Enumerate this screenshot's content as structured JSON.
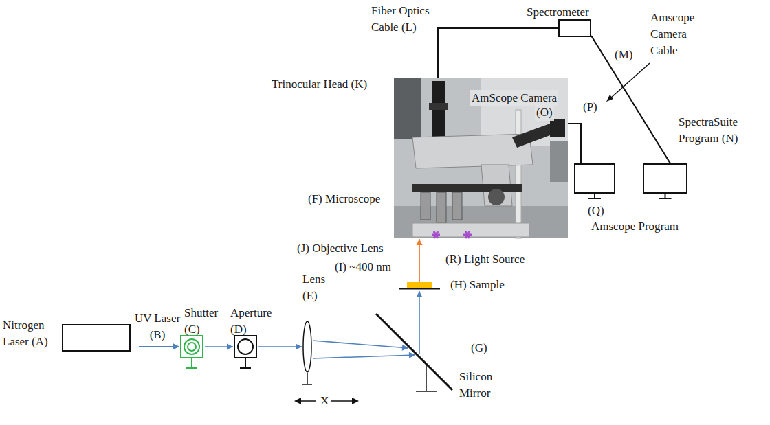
{
  "diagram": {
    "nodes": [
      {
        "text": [
          "Nitrogen Laser (A)"
        ]
      },
      {
        "text": [
          "Shutter (C)"
        ]
      },
      {
        "text": [
          "Aperture (D)"
        ]
      },
      {
        "text": [
          "Lens (E)"
        ]
      },
      {
        "text": [
          "(G)",
          "Silicon Mirror"
        ]
      },
      {
        "text": [
          "(H) Sample"
        ]
      },
      {
        "text": [
          "(F) Microscope"
        ]
      },
      {
        "text": [
          "Spectrometer",
          "(M)"
        ]
      },
      {
        "text": [
          "SpectraSuite Program (N)"
        ]
      },
      {
        "text": [
          "(Q)",
          "Amscope Program"
        ]
      }
    ],
    "edges": [
      {
        "from": 0,
        "to": 1,
        "arrow": "to",
        "label": "UV Laser (B)"
      },
      {
        "from": 1,
        "to": 2,
        "arrow": "to"
      },
      {
        "from": 2,
        "to": 3,
        "arrow": "to"
      },
      {
        "from": 3,
        "to": 4,
        "arrow": "to"
      },
      {
        "from": 4,
        "to": 5,
        "arrow": "to"
      },
      {
        "from": 5,
        "to": 6,
        "arrow": "to",
        "label": "(I) ~400 nm"
      },
      {
        "from": 6,
        "to": 7,
        "arrow": "none",
        "label": "Fiber Optics Cable (L)"
      },
      {
        "from": 7,
        "to": 8,
        "arrow": "none"
      },
      {
        "from": 6,
        "to": 9,
        "arrow": "none"
      }
    ],
    "labels": [
      "Trinocular Head (K)",
      "AmScope Camera",
      "(O)",
      "Amscope Camera Cable",
      "(P)",
      "(J) Objective Lens",
      "(R) Light Source",
      "X"
    ]
  }
}
